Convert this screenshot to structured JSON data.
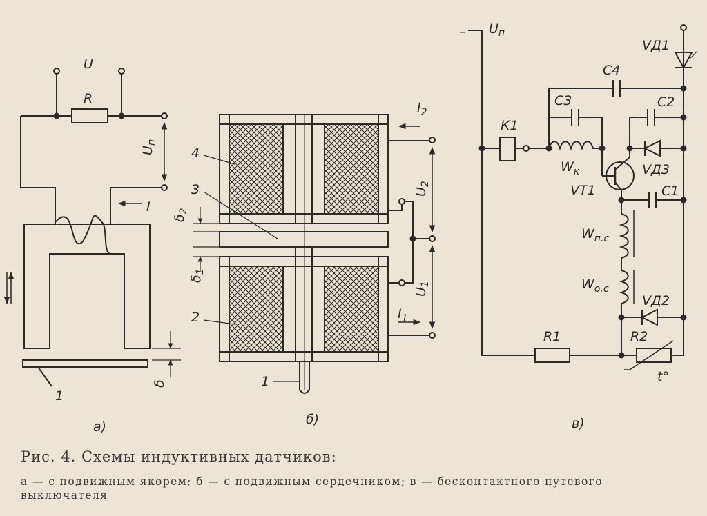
{
  "diagram_a": {
    "labels": {
      "U": "U",
      "R": "R",
      "Un": "U",
      "Un_sub": "п",
      "I": "I",
      "one": "1",
      "delta": "δ"
    },
    "sublabel": "а)"
  },
  "diagram_b": {
    "labels": {
      "four": "4",
      "three": "3",
      "two": "2",
      "one": "1",
      "delta2": "δ",
      "delta2_sub": "2",
      "delta1": "δ",
      "delta1_sub": "1",
      "I2": "I",
      "I2_sub": "2",
      "I1": "I",
      "I1_sub": "1",
      "U2": "U",
      "U2_sub": "2",
      "U1": "U",
      "U1_sub": "1"
    },
    "sublabel": "б)"
  },
  "diagram_c": {
    "labels": {
      "Un": "U",
      "Un_sub": "п",
      "minus": "–",
      "K1": "К1",
      "C3": "С3",
      "C4": "С4",
      "C2": "С2",
      "VD1": "VД1",
      "VD3": "VД3",
      "Wk": "W",
      "Wk_sub": "к",
      "VT1": "VT1",
      "C1": "С1",
      "Wpc": "W",
      "Wpc_sub": "п.с",
      "Woc": "W",
      "Woc_sub": "о.с",
      "VD2": "VД2",
      "R1": "R1",
      "R2": "R2",
      "t": "t°"
    },
    "sublabel": "в)"
  },
  "caption": {
    "title": "Рис. 4. Схемы индуктивных датчиков:",
    "description": "а — с подвижным якорем; б — с подвижным сердечником; в — бесконтактного путевого выключателя"
  },
  "colors": {
    "paper": "#ece4d6",
    "ink": "#2a2a2a"
  }
}
